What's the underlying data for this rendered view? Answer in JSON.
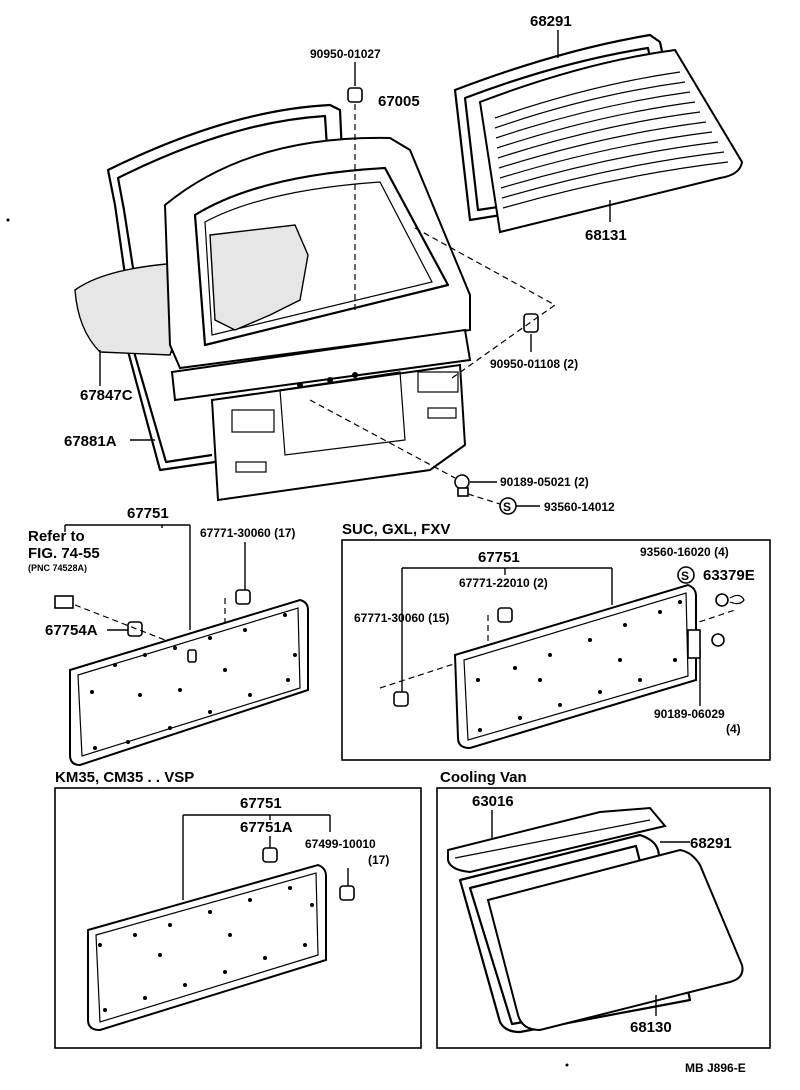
{
  "main": {
    "parts": {
      "p68291_top": "68291",
      "p90950_01027": "90950-01027",
      "p67005": "67005",
      "p68131": "68131",
      "p90950_01108": "90950-01108 (2)",
      "p67847C": "67847C",
      "p67881A": "67881A",
      "p90189_05021": "90189-05021 (2)",
      "p93560_14012": "93560-14012"
    }
  },
  "left_panel": {
    "ref_line1": "Refer to",
    "ref_line2": "FIG. 74-55",
    "ref_line3": "(PNC 74528A)",
    "p67751": "67751",
    "p67771_30060": "67771-30060 (17)",
    "p67754A": "67754A"
  },
  "suc_box": {
    "title": "SUC, GXL, FXV",
    "p67751": "67751",
    "p93560_16020": "93560-16020 (4)",
    "p63379E": "63379E",
    "p67771_22010": "67771-22010 (2)",
    "p67771_30060": "67771-30060 (15)",
    "p90189_06029": "90189-06029",
    "p90189_06029_qty": "(4)",
    "s_mark": "S"
  },
  "km35_box": {
    "title": "KM35, CM35 . . VSP",
    "p67751": "67751",
    "p67751A": "67751A",
    "p67499_10010": "67499-10010",
    "p67499_10010_qty": "(17)"
  },
  "van_box": {
    "title": "Cooling Van",
    "p63016": "63016",
    "p68291": "68291",
    "p68130": "68130"
  },
  "footer": {
    "code": "MB  J896-E"
  },
  "colors": {
    "ink": "#000000",
    "paper": "#ffffff"
  }
}
